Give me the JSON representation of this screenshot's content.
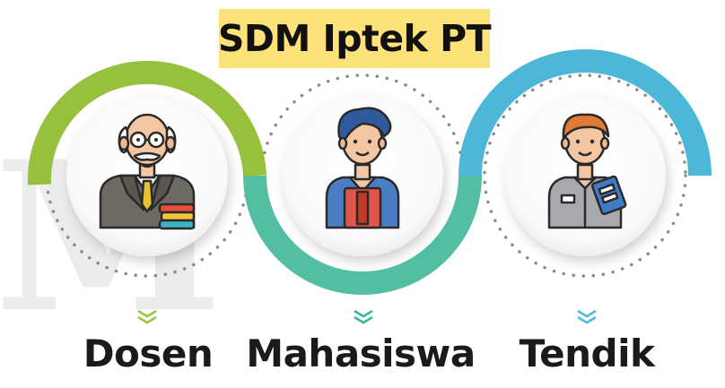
{
  "title": "SDM Iptek PT",
  "nodes": [
    {
      "label": "Dosen",
      "icon": "professor-icon"
    },
    {
      "label": "Mahasiswa",
      "icon": "student-icon"
    },
    {
      "label": "Tendik",
      "icon": "staff-icon"
    }
  ],
  "watermark": "M",
  "colors": {
    "title_bg": "#fde27a",
    "arc_green": "#97c13d",
    "arc_teal": "#52bfa2",
    "arc_blue": "#4db7d8",
    "chevron_green": "#9cc544",
    "chevron_teal": "#3bb3a0",
    "chevron_blue": "#4fb8dd",
    "dots": "#8a8a8a"
  }
}
